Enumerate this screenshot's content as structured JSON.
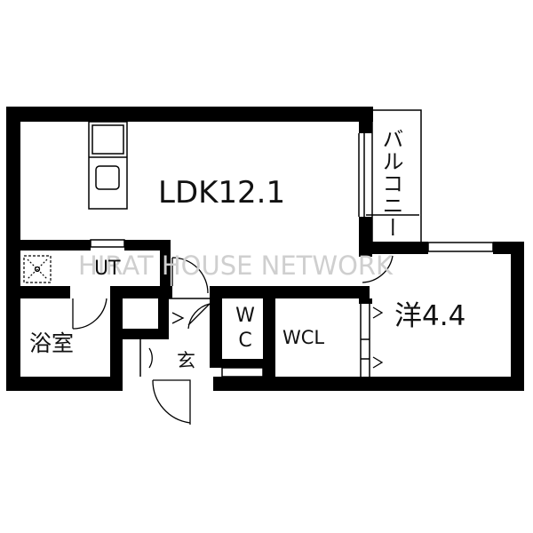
{
  "rooms": {
    "ldk": "LDK12.1",
    "ut": "UT",
    "bath": "浴室",
    "wc": "WC",
    "wcl": "WCL",
    "western": "洋4.4",
    "entrance": "玄",
    "balcony": "バルコニー"
  },
  "watermark": "HIRAT HOUSE NETWORK",
  "colors": {
    "wall": "#000000",
    "line": "#111111",
    "bg": "#ffffff",
    "watermark": "#cfcfcf"
  }
}
